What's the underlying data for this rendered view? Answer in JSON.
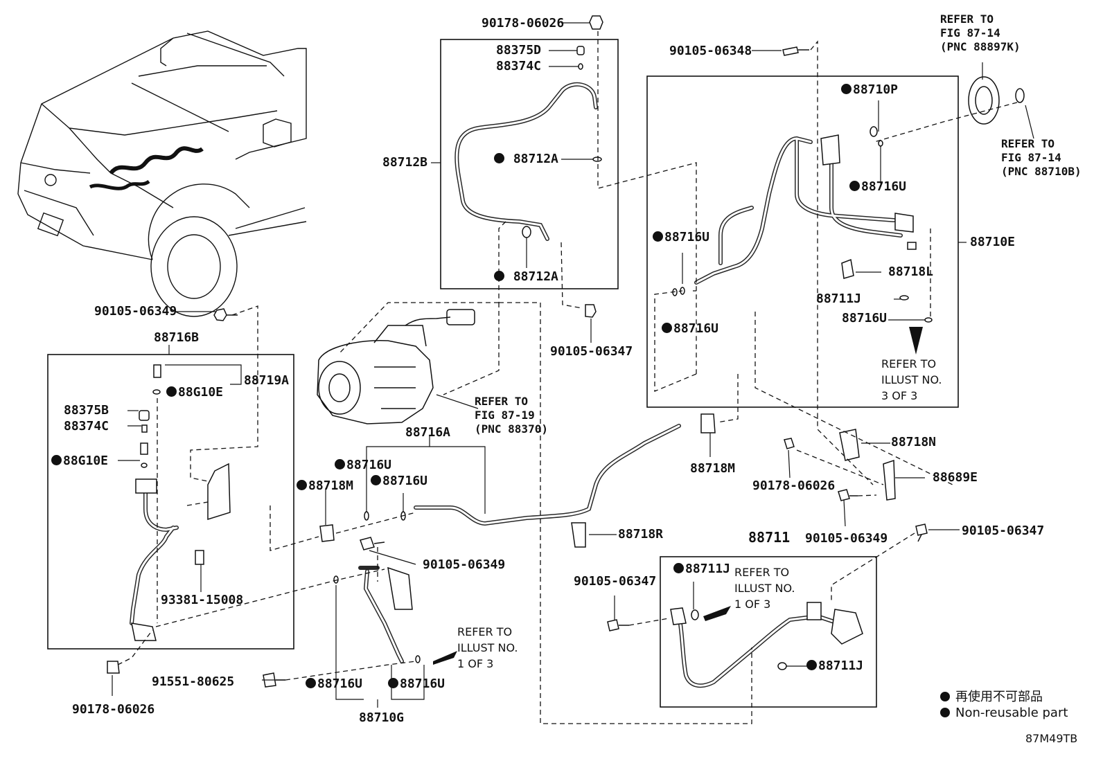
{
  "labels": {
    "p90178_06026_top": "90178-06026",
    "p88375D": "88375D",
    "p88374C_top": "88374C",
    "p88712B": "88712B",
    "p88712A_mid": "88712A",
    "p88712A_low": "88712A",
    "p90105_06348": "90105-06348",
    "p88710P": "88710P",
    "p88716U_r1": "88716U",
    "p88716U_r2": "88716U",
    "p88716U_r3": "88716U",
    "p88716U_r4": "88716U",
    "p88718L": "88718L",
    "p88711J_r": "88711J",
    "p88710E": "88710E",
    "p90105_06349_l": "90105-06349",
    "p88716B": "88716B",
    "p88719A": "88719A",
    "p88G10E_1": "88G10E",
    "p88375B": "88375B",
    "p88374C_l": "88374C",
    "p88G10E_2": "88G10E",
    "p93381_15008": "93381-15008",
    "p90178_06026_bl": "90178-06026",
    "p90105_06347_c": "90105-06347",
    "p88716A": "88716A",
    "p88716U_c1": "88716U",
    "p88716U_c2": "88716U",
    "p88718M_l": "88718M",
    "p90105_06349_c": "90105-06349",
    "p88718M_r": "88718M",
    "p88718R": "88718R",
    "p90178_06026_r": "90178-06026",
    "p88718N": "88718N",
    "p88689E": "88689E",
    "p90105_06349_r": "90105-06349",
    "p90105_06347_r": "90105-06347",
    "p88711": "88711",
    "p88711J_b1": "88711J",
    "p88711J_b2": "88711J",
    "p90105_06347_b": "90105-06347",
    "p91551_80625": "91551-80625",
    "p88716U_b1": "88716U",
    "p88716U_b2": "88716U",
    "p88710G": "88710G"
  },
  "refs": {
    "fig_87_14_a": [
      "REFER TO",
      "FIG 87-14",
      "(PNC 88897K)"
    ],
    "fig_87_14_b": [
      "REFER TO",
      "FIG 87-14",
      "(PNC 88710B)"
    ],
    "fig_87_19": [
      "REFER TO",
      "FIG 87-19",
      "(PNC 88370)"
    ],
    "illust_3of3": [
      "REFER TO",
      "ILLUST NO.",
      "3 OF 3"
    ],
    "illust_1of3_a": [
      "REFER TO",
      "ILLUST NO.",
      "1 OF 3"
    ],
    "illust_1of3_b": [
      "REFER TO",
      "ILLUST NO.",
      "1 OF 3"
    ]
  },
  "legend": {
    "line1": "再使用不可部品",
    "line2": "Non-reusable part"
  },
  "figure_code": "87M49TB"
}
